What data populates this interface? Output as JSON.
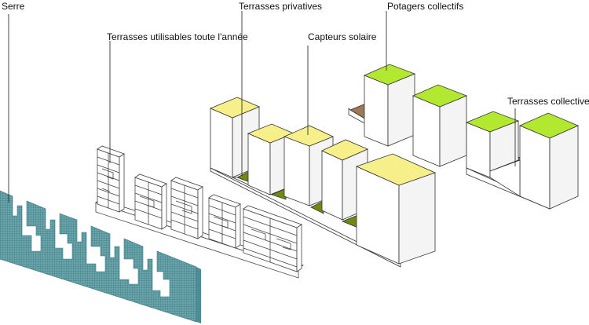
{
  "labels": {
    "serre": "Serre",
    "terrasses_utilisables": "Terrasses utilisables toute l'année",
    "terrasses_privatives": "Terrasses privatives",
    "capteurs_solaire": "Capteurs solaire",
    "potagers_collectifs": "Potagers collectifs",
    "terrasses_collectives": "Terrasses collectives"
  },
  "colors": {
    "roof_solar": "#f7f08a",
    "roof_garden": "#b3e830",
    "terrace_private": "#6e8a12",
    "terrace_collective": "#9b7a55",
    "serre_mesh": "#5e9aa0",
    "outline": "#333333"
  }
}
